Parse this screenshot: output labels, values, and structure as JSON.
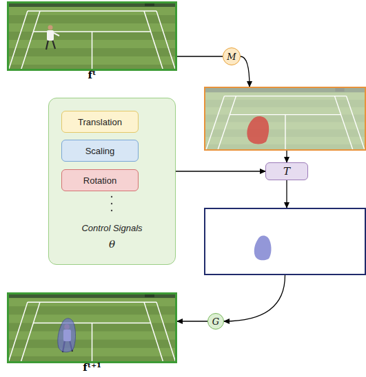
{
  "diagram": {
    "nodes": [
      {
        "text": [
          "fᵗ"
        ]
      },
      {
        "text": [
          "M"
        ]
      },
      {
        "text": [
          "Control Signals",
          "θ"
        ]
      },
      {
        "text": [
          "Translation"
        ],
        "in": 2
      },
      {
        "text": [
          "Scaling"
        ],
        "in": 2
      },
      {
        "text": [
          "Rotation"
        ],
        "in": 2
      },
      {
        "text": []
      },
      {
        "text": [
          "T"
        ]
      },
      {
        "text": []
      },
      {
        "text": [
          "G"
        ]
      },
      {
        "text": [
          "fᵗ⁺¹"
        ]
      }
    ],
    "edges": [
      {
        "from": 0,
        "to": 1,
        "arrow": "none"
      },
      {
        "from": 1,
        "to": 6,
        "arrow": "to"
      },
      {
        "from": 6,
        "to": 7,
        "arrow": "to"
      },
      {
        "from": 2,
        "to": 7,
        "arrow": "to"
      },
      {
        "from": 7,
        "to": 8,
        "arrow": "to"
      },
      {
        "from": 8,
        "to": 9,
        "arrow": "to"
      },
      {
        "from": 9,
        "to": 10,
        "arrow": "to"
      }
    ]
  }
}
